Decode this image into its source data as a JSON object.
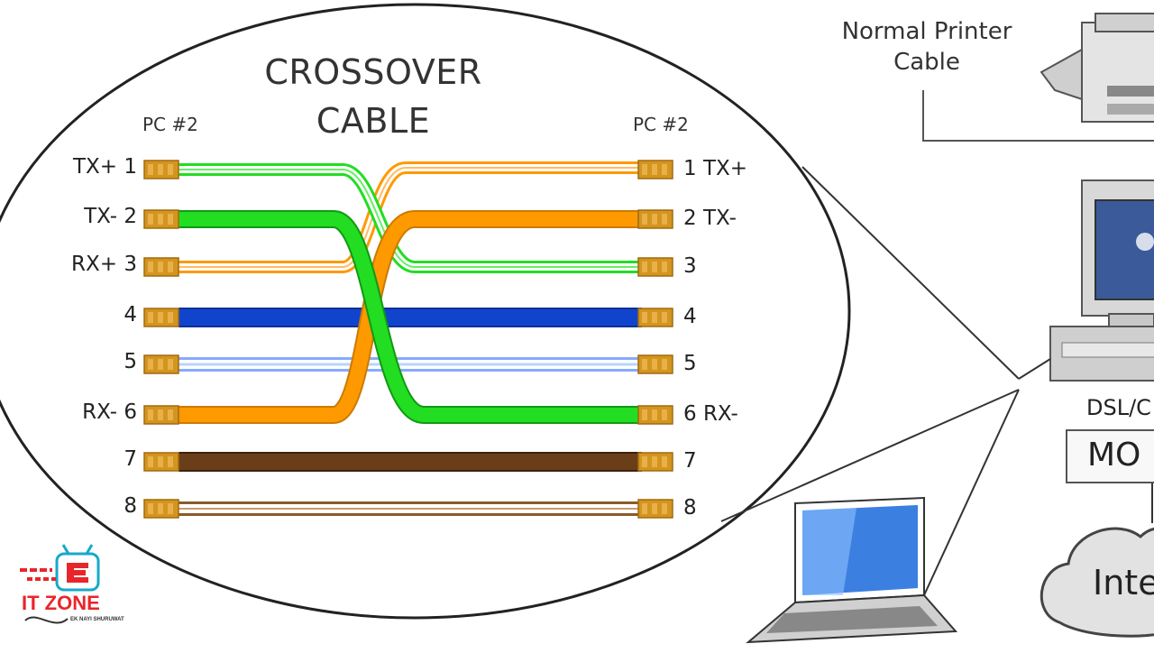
{
  "diagram": {
    "title_line1": "CROSSOVER",
    "title_line2": "CABLE",
    "left_header": "PC #2",
    "right_header": "PC #2",
    "left_pins": [
      "TX+ 1",
      "TX- 2",
      "RX+ 3",
      "4",
      "5",
      "RX- 6",
      "7",
      "8"
    ],
    "right_pins": [
      "1 TX+",
      "2 TX-",
      "3",
      "4",
      "5",
      "6 RX-",
      "7",
      "8"
    ],
    "colors": {
      "green": "#22dd22",
      "orange": "#ff9900",
      "blue": "#1144cc",
      "light_blue": "#b8d4ff",
      "brown": "#6b3e1a",
      "connector": "#d4951e"
    }
  },
  "network": {
    "printer_label": "Normal Printer\nCable",
    "dsl_label": "DSL/C",
    "modem_label": "MO",
    "internet_label": "Inte"
  },
  "logo": {
    "text": "IT ZONE",
    "tagline": "EK NAYI SHURUWAT"
  }
}
